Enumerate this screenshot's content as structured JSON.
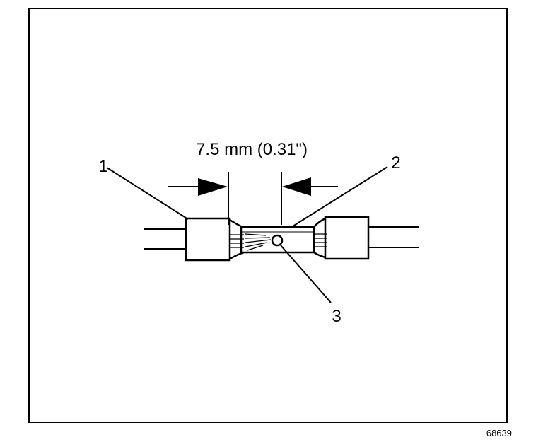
{
  "dimension": {
    "text": "7.5 mm (0.31\")"
  },
  "callouts": [
    {
      "id": "1"
    },
    {
      "id": "2"
    },
    {
      "id": "3"
    }
  ],
  "figure_id": "68639",
  "colors": {
    "ink": "#000000",
    "paper": "#ffffff"
  }
}
